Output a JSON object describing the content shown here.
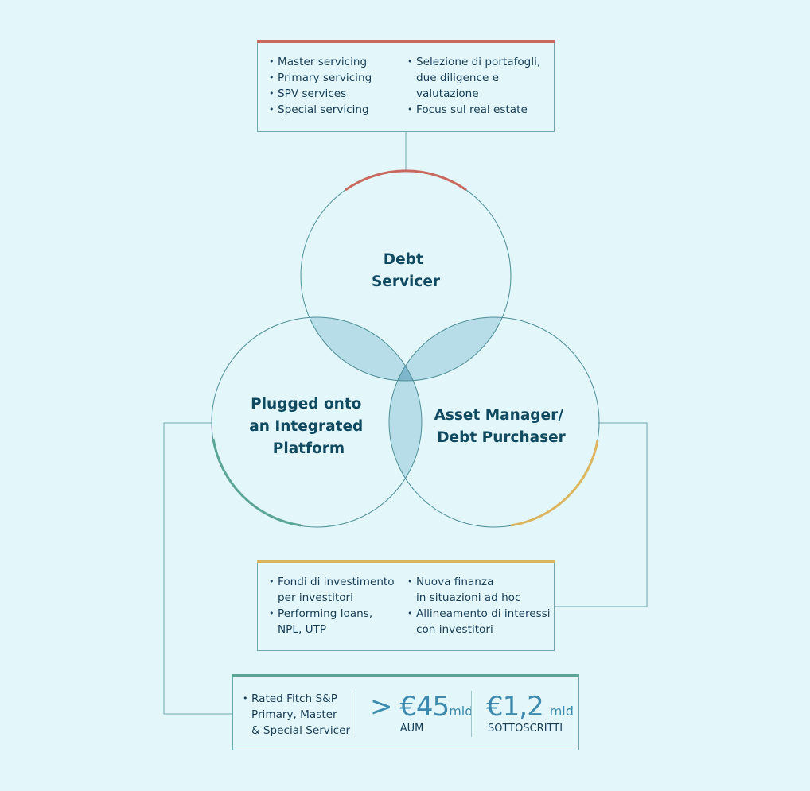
{
  "colors": {
    "background": "#e3f7fa",
    "line": "#6fa6ad",
    "overlap_fill": "#b6dde8",
    "center_fill": "#7fb6cc",
    "accent_servicer": "#c9695e",
    "accent_asset_manager": "#ddb55e",
    "accent_platform": "#5aa595",
    "stat_color": "#3d8aae",
    "label_color": "#0f4a60"
  },
  "circles": {
    "debt_servicer": [
      "Debt",
      "Servicer"
    ],
    "asset_manager": [
      "Asset Manager/",
      "Debt Purchaser"
    ],
    "platform": [
      "Plugged onto",
      "an Integrated",
      "Platform"
    ]
  },
  "servicer_box": {
    "left_items": [
      "Master servicing",
      "Primary servicing",
      "SPV services",
      "Special servicing"
    ],
    "right_items": [
      "Selezione di portafogli,\ndue diligence e\nvalutazione",
      "Focus sul real estate"
    ]
  },
  "asset_manager_box": {
    "left_items": [
      "Fondi di investimento\nper investitori",
      "Performing loans,\nNPL, UTP"
    ],
    "right_items": [
      "Nuova finanza\nin situazioni ad hoc",
      "Allineamento di interessi\ncon investitori"
    ]
  },
  "platform_box": {
    "items": [
      "Rated Fitch S&P\nPrimary, Master\n& Special Servicer"
    ],
    "stat1": {
      "value": "> €45",
      "unit": "mld",
      "label": "AUM"
    },
    "stat2": {
      "value": "€1,2",
      "unit": "mld",
      "label": "SOTTOSCRITTI"
    }
  }
}
